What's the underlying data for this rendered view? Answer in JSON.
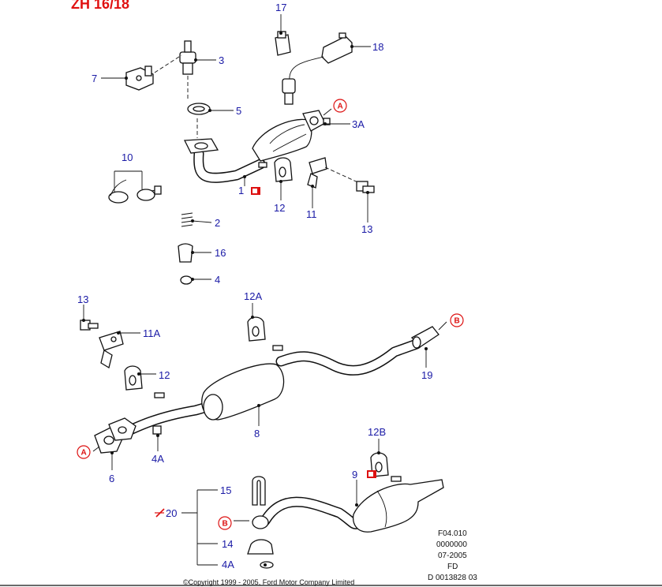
{
  "header": {
    "title": "ZH 16/18"
  },
  "callouts": {
    "c17": "17",
    "c18": "18",
    "c3": "3",
    "c7": "7",
    "c5": "5",
    "c3A": "3A",
    "c10": "10",
    "c1": "1",
    "c12_top": "12",
    "c11": "11",
    "c13_top": "13",
    "c2": "2",
    "c16": "16",
    "c4": "4",
    "c13_mid": "13",
    "c12A": "12A",
    "c11A": "11A",
    "c12_mid": "12",
    "c19": "19",
    "c8": "8",
    "c4A_mid": "4A",
    "c6": "6",
    "c12B": "12B",
    "c9": "9",
    "c15": "15",
    "c20": "20",
    "c14": "14",
    "c4A_bot": "4A"
  },
  "references": {
    "A1": "A",
    "A2": "A",
    "B1": "B",
    "B2": "B"
  },
  "info": {
    "line1": "F04.010",
    "line2": "0000000",
    "line3": "07-2005",
    "line4": "FD",
    "line5": "D 0013828 03"
  },
  "copyright": "©Copyright 1999 - 2005, Ford Motor Company Limited",
  "icons": [
    "book-icon",
    "warning-strike-icon"
  ],
  "colors": {
    "accent": "#e01010",
    "callout": "#1a1aa6",
    "line": "#111111"
  }
}
